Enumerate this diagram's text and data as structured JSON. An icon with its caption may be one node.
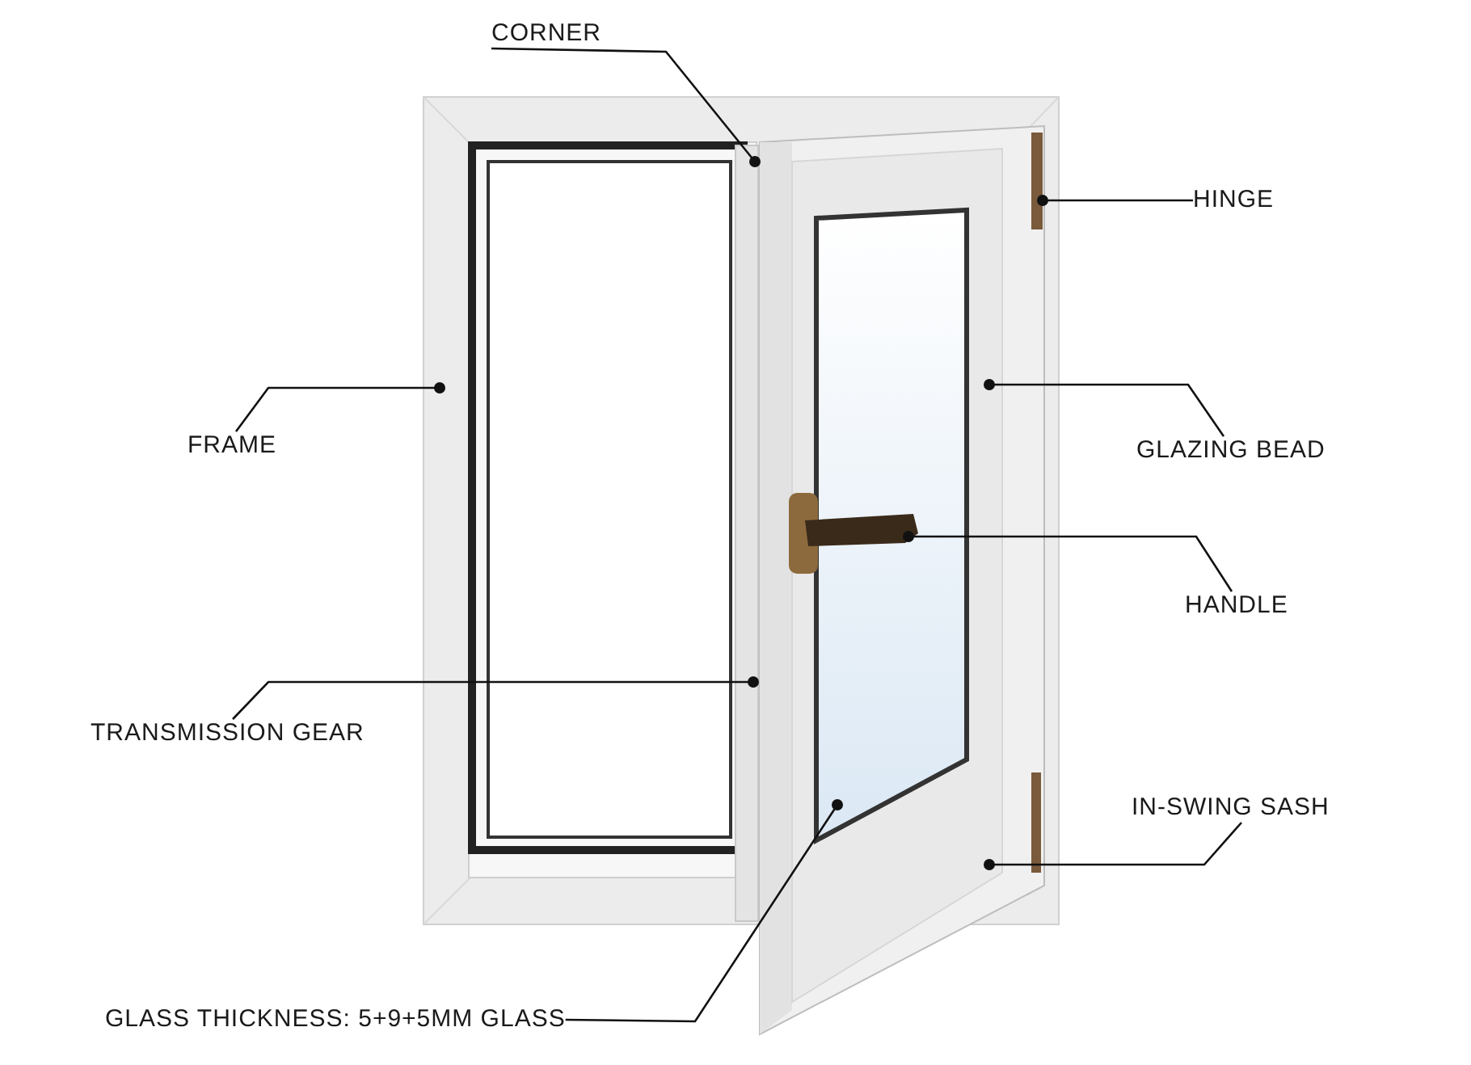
{
  "diagram": {
    "nodes": [
      {
        "text": [
          "CORNER"
        ]
      },
      {
        "text": [
          "HINGE"
        ]
      },
      {
        "text": [
          "FRAME"
        ]
      },
      {
        "text": [
          "GLAZING BEAD"
        ]
      },
      {
        "text": [
          "HANDLE"
        ]
      },
      {
        "text": [
          "TRANSMISSION GEAR"
        ]
      },
      {
        "text": [
          "IN-SWING SASH"
        ]
      },
      {
        "text": [
          "GLASS THICKNESS: 5+9+5MM GLASS"
        ]
      }
    ],
    "edges": [
      {
        "from": 0,
        "to": null,
        "arrow": "other"
      },
      {
        "from": 1,
        "to": null,
        "arrow": "other"
      },
      {
        "from": 2,
        "to": null,
        "arrow": "other"
      },
      {
        "from": 3,
        "to": null,
        "arrow": "other"
      },
      {
        "from": 4,
        "to": null,
        "arrow": "other"
      },
      {
        "from": 5,
        "to": null,
        "arrow": "other"
      },
      {
        "from": 6,
        "to": null,
        "arrow": "other"
      },
      {
        "from": 7,
        "to": null,
        "arrow": "other"
      }
    ]
  }
}
